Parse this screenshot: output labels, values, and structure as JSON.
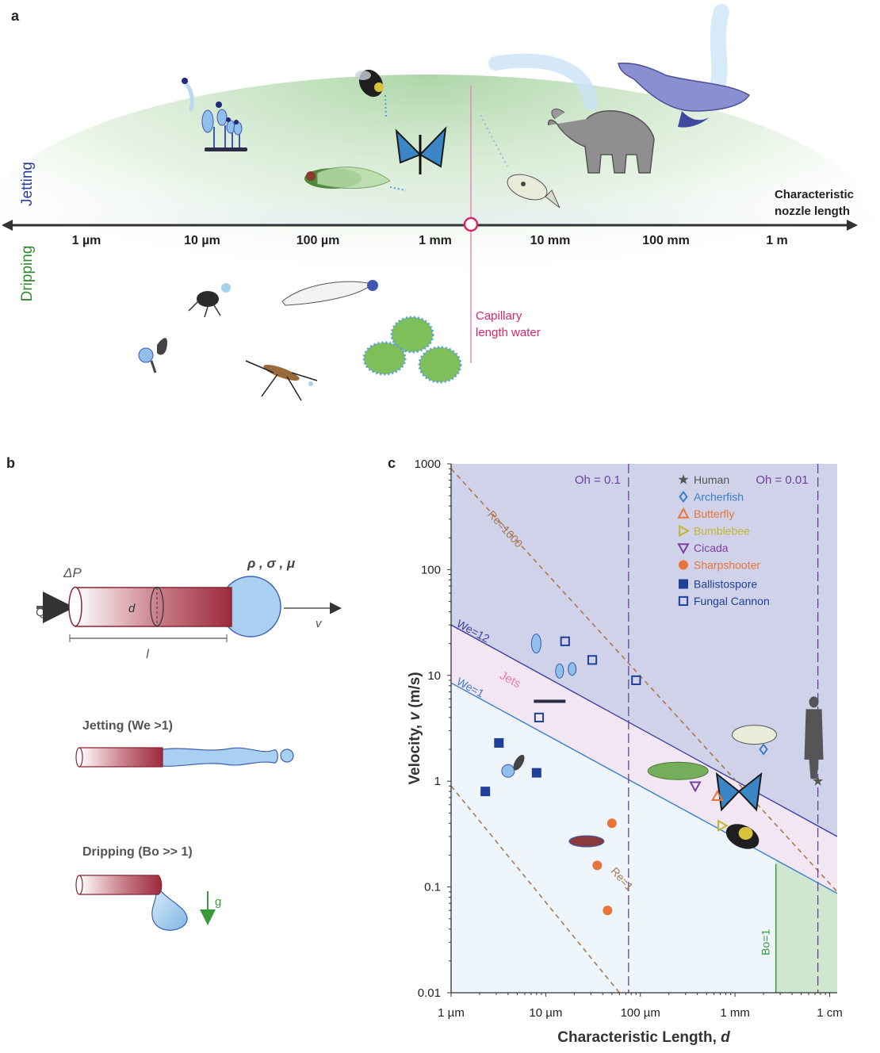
{
  "panel_a": {
    "label": "a",
    "jetting_label": "Jetting",
    "dripping_label": "Dripping",
    "axis_title_line1": "Characteristic",
    "axis_title_line2": "nozzle length",
    "ticks": [
      "1 µm",
      "10 µm",
      "100 µm",
      "1 mm",
      "10 mm",
      "100 mm",
      "1 m"
    ],
    "capillary_label_line1": "Capillary",
    "capillary_label_line2": "length water"
  },
  "panel_b": {
    "label": "b",
    "delta_p": "ΔP",
    "flow": "Q",
    "diameter": "d",
    "length": "l",
    "fluid_props": "ρ , σ , μ",
    "velocity": "v",
    "jetting_title": "Jetting (We >1)",
    "dripping_title": "Dripping (Bo >> 1)",
    "gravity": "g"
  },
  "chart_data": {
    "label": "c",
    "type": "scatter",
    "x_scale": "log",
    "y_scale": "log",
    "xlim": [
      1e-06,
      0.012
    ],
    "ylim": [
      0.01,
      1000
    ],
    "xlabel_prefix": "Characteristic Length, ",
    "xlabel_var": "d",
    "ylabel_prefix": "Velocity, ",
    "ylabel_var": "v",
    "ylabel_suffix": " (m/s)",
    "x_ticks": [
      {
        "value": 1e-06,
        "label": "1 µm"
      },
      {
        "value": 1e-05,
        "label": "10 µm"
      },
      {
        "value": 0.0001,
        "label": "100 µm"
      },
      {
        "value": 0.001,
        "label": "1 mm"
      },
      {
        "value": 0.01,
        "label": "1 cm"
      }
    ],
    "y_ticks": [
      {
        "value": 0.01,
        "label": "0.01"
      },
      {
        "value": 0.1,
        "label": "0.1"
      },
      {
        "value": 1,
        "label": "1"
      },
      {
        "value": 10,
        "label": "10"
      },
      {
        "value": 100,
        "label": "100"
      },
      {
        "value": 1000,
        "label": "1000"
      }
    ],
    "regions": {
      "jets_label": "Jets",
      "colors": {
        "top": "#cfd2e8",
        "jets": "#f3e6f3",
        "bottom": "#eef6fb",
        "bo": "#cfe6cf"
      }
    },
    "lines": [
      {
        "name": "We=12",
        "points": [
          [
            1e-06,
            30
          ],
          [
            0.012,
            0.3
          ]
        ],
        "color": "#3f3f9e",
        "dash": false
      },
      {
        "name": "We=1",
        "points": [
          [
            1e-06,
            8.5
          ],
          [
            0.012,
            0.087
          ]
        ],
        "color": "#3a7fc9",
        "dash": false
      },
      {
        "name": "Re=1000",
        "points": [
          [
            1e-06,
            900
          ],
          [
            0.012,
            0.09
          ]
        ],
        "color": "#a87a4f",
        "dash": true
      },
      {
        "name": "Re=1",
        "points": [
          [
            1e-06,
            0.9
          ],
          [
            6e-05,
            0.01
          ]
        ],
        "color": "#a87a4f",
        "dash": true
      }
    ],
    "vlines": [
      {
        "name": "Oh = 0.1",
        "x": 7.5e-05,
        "color": "#6b3f9e"
      },
      {
        "name": "Oh = 0.01",
        "x": 0.0075,
        "color": "#6b3f9e"
      }
    ],
    "bo_region": {
      "name": "Bo=1",
      "x_start": 0.0027,
      "color": "#3a9a3a"
    },
    "series": [
      {
        "name": "Human",
        "marker": "star",
        "color": "#555555",
        "points": [
          [
            0.0075,
            1.0
          ]
        ]
      },
      {
        "name": "Archerfish",
        "marker": "diamond-open",
        "color": "#3a7fc9",
        "points": [
          [
            0.002,
            2.0
          ]
        ]
      },
      {
        "name": "Butterfly",
        "marker": "triangle-up-open",
        "color": "#e8743b",
        "points": [
          [
            0.00065,
            0.72
          ]
        ]
      },
      {
        "name": "Bumblebee",
        "marker": "triangle-right-open",
        "color": "#c2b530",
        "points": [
          [
            0.00073,
            0.38
          ]
        ]
      },
      {
        "name": "Cicada",
        "marker": "triangle-down-open",
        "color": "#7b3fa0",
        "points": [
          [
            0.00038,
            0.9
          ]
        ]
      },
      {
        "name": "Sharpshooter",
        "marker": "circle",
        "color": "#e8743b",
        "points": [
          [
            5e-05,
            0.4
          ],
          [
            3.5e-05,
            0.16
          ],
          [
            4.5e-05,
            0.06
          ]
        ]
      },
      {
        "name": "Ballistospore",
        "marker": "square",
        "color": "#1f3f99",
        "points": [
          [
            2.3e-06,
            0.8
          ],
          [
            3.2e-06,
            2.3
          ],
          [
            8e-06,
            1.2
          ]
        ]
      },
      {
        "name": "Fungal Cannon",
        "marker": "square-open",
        "color": "#1f3f99",
        "points": [
          [
            8.5e-06,
            4
          ],
          [
            1.6e-05,
            21
          ],
          [
            3.1e-05,
            14
          ],
          [
            9e-05,
            9
          ]
        ]
      }
    ]
  }
}
